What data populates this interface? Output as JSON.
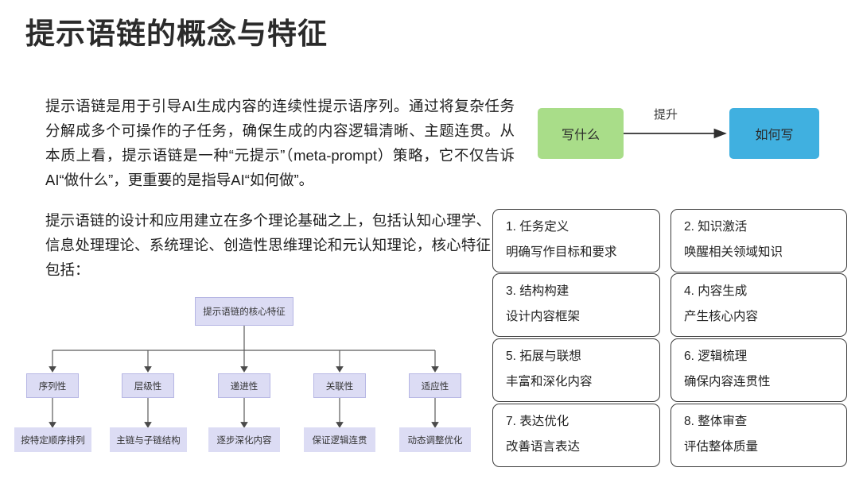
{
  "page": {
    "title": "提示语链的概念与特征",
    "background": "#ffffff"
  },
  "body_text": {
    "paragraph_1": "提示语链是用于引导AI生成内容的连续性提示语序列。通过将复杂任务分解成多个可操作的子任务，确保生成的内容逻辑清晰、主题连贯。从本质上看，提示语链是一种“元提示”（meta-prompt）策略，它不仅告诉AI“做什么”，更重要的是指导AI“如何做”。",
    "paragraph_2": "提示语链的设计和应用建立在多个理论基础之上，包括认知心理学、信息处理理论、系统理论、创造性思维理论和元认知理论，核心特征包括："
  },
  "flow_diagram": {
    "source_label": "写什么",
    "source_color": "#a9dd89",
    "target_label": "如何写",
    "target_color": "#40b0e0",
    "arrow_label": "提升",
    "arrow_color": "#333333"
  },
  "stage_cards": [
    {
      "title": "1. 任务定义",
      "desc": "明确写作目标和要求"
    },
    {
      "title": "2. 知识激活",
      "desc": "唤醒相关领域知识"
    },
    {
      "title": "3. 结构构建",
      "desc": "设计内容框架"
    },
    {
      "title": "4. 内容生成",
      "desc": "产生核心内容"
    },
    {
      "title": "5. 拓展与联想",
      "desc": "丰富和深化内容"
    },
    {
      "title": "6. 逻辑梳理",
      "desc": "确保内容连贯性"
    },
    {
      "title": "7. 表达优化",
      "desc": "改善语言表达"
    },
    {
      "title": "8. 整体审查",
      "desc": "评估整体质量"
    }
  ],
  "tree_diagram": {
    "node_fill": "#dcdcf4",
    "node_border": "#b6b6e4",
    "connector_color": "#555555",
    "root": {
      "label": "提示语链的核心特征"
    },
    "branches": [
      {
        "label": "序列性",
        "leaf": "按特定顺序排列"
      },
      {
        "label": "层级性",
        "leaf": "主链与子链结构"
      },
      {
        "label": "递进性",
        "leaf": "逐步深化内容"
      },
      {
        "label": "关联性",
        "leaf": "保证逻辑连贯"
      },
      {
        "label": "适应性",
        "leaf": "动态调整优化"
      }
    ]
  }
}
